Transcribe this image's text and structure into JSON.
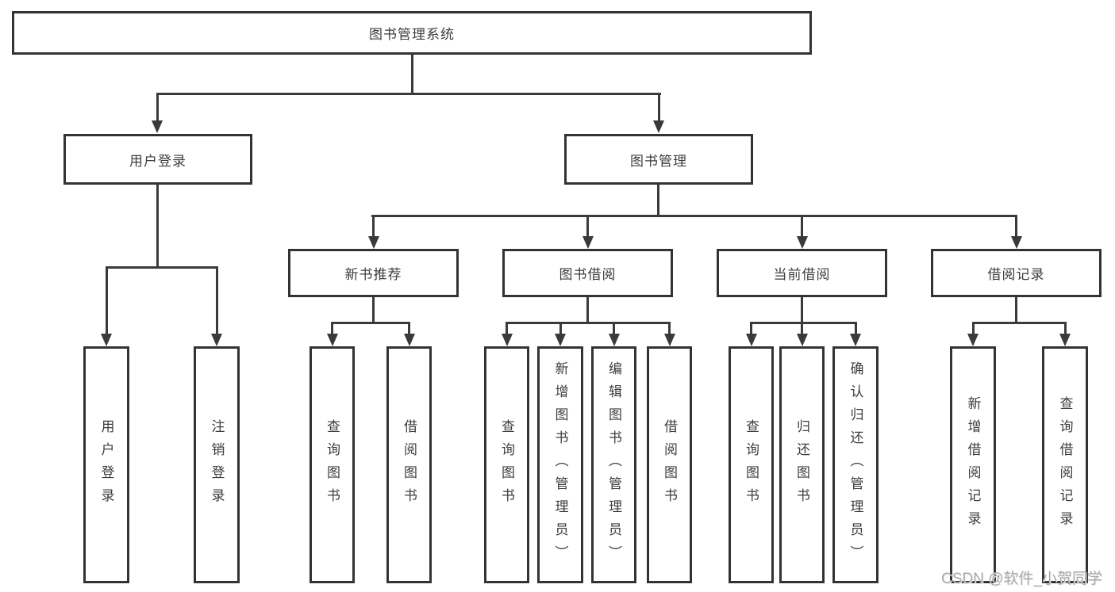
{
  "diagram": {
    "title": "图书管理系统",
    "branches": [
      {
        "label": "用户登录",
        "children": [
          {
            "label": "用户登录"
          },
          {
            "label": "注销登录"
          }
        ]
      },
      {
        "label": "图书管理",
        "children": [
          {
            "label": "新书推荐",
            "children": [
              {
                "label": "查询图书"
              },
              {
                "label": "借阅图书"
              }
            ]
          },
          {
            "label": "图书借阅",
            "children": [
              {
                "label": "查询图书"
              },
              {
                "label": "新增图书（管理员）"
              },
              {
                "label": "编辑图书（管理员）"
              },
              {
                "label": "借阅图书"
              }
            ]
          },
          {
            "label": "当前借阅",
            "children": [
              {
                "label": "查询图书"
              },
              {
                "label": "归还图书"
              },
              {
                "label": "确认归还（管理员）"
              }
            ]
          },
          {
            "label": "借阅记录",
            "children": [
              {
                "label": "新增借阅记录"
              },
              {
                "label": "查询借阅记录"
              }
            ]
          }
        ]
      }
    ]
  },
  "watermark": {
    "text": "CSDN @软件_小贺同学"
  },
  "colors": {
    "line": "#3a3a3a",
    "box_border": "#333333",
    "text": "#3d3d3d",
    "watermark": "#ababab",
    "background": "#ffffff"
  }
}
